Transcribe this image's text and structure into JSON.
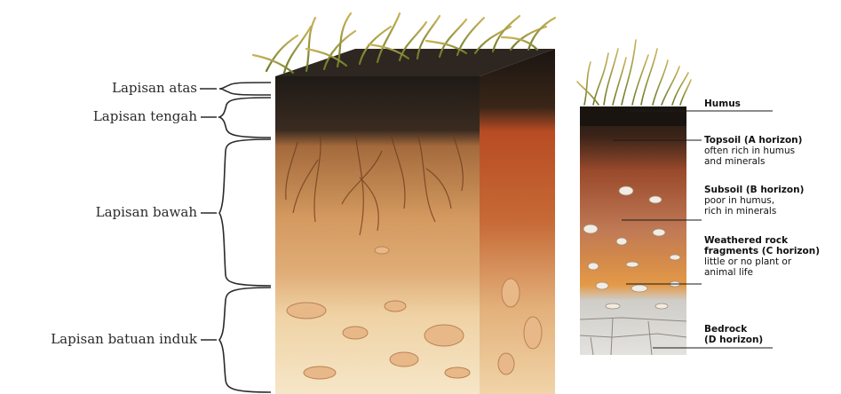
{
  "left_labels": {
    "top": "Lapisan atas",
    "middle": "Lapisan tengah",
    "lower": "Lapisan bawah",
    "parent": "Lapisan batuan induk"
  },
  "right_labels": {
    "humus": {
      "title": "Humus"
    },
    "topsoil": {
      "title": "Topsoil (A horizon)",
      "line1": "often rich in humus",
      "line2": "and minerals"
    },
    "subsoil": {
      "title": "Subsoil (B horizon)",
      "line1": "poor in humus,",
      "line2": "rich in minerals"
    },
    "weathered": {
      "title1": "Weathered rock",
      "title2": "fragments (C horizon)",
      "line1": "little or no plant or",
      "line2": "animal life"
    },
    "bedrock": {
      "title1": "Bedrock",
      "title2": "(D horizon)"
    }
  }
}
